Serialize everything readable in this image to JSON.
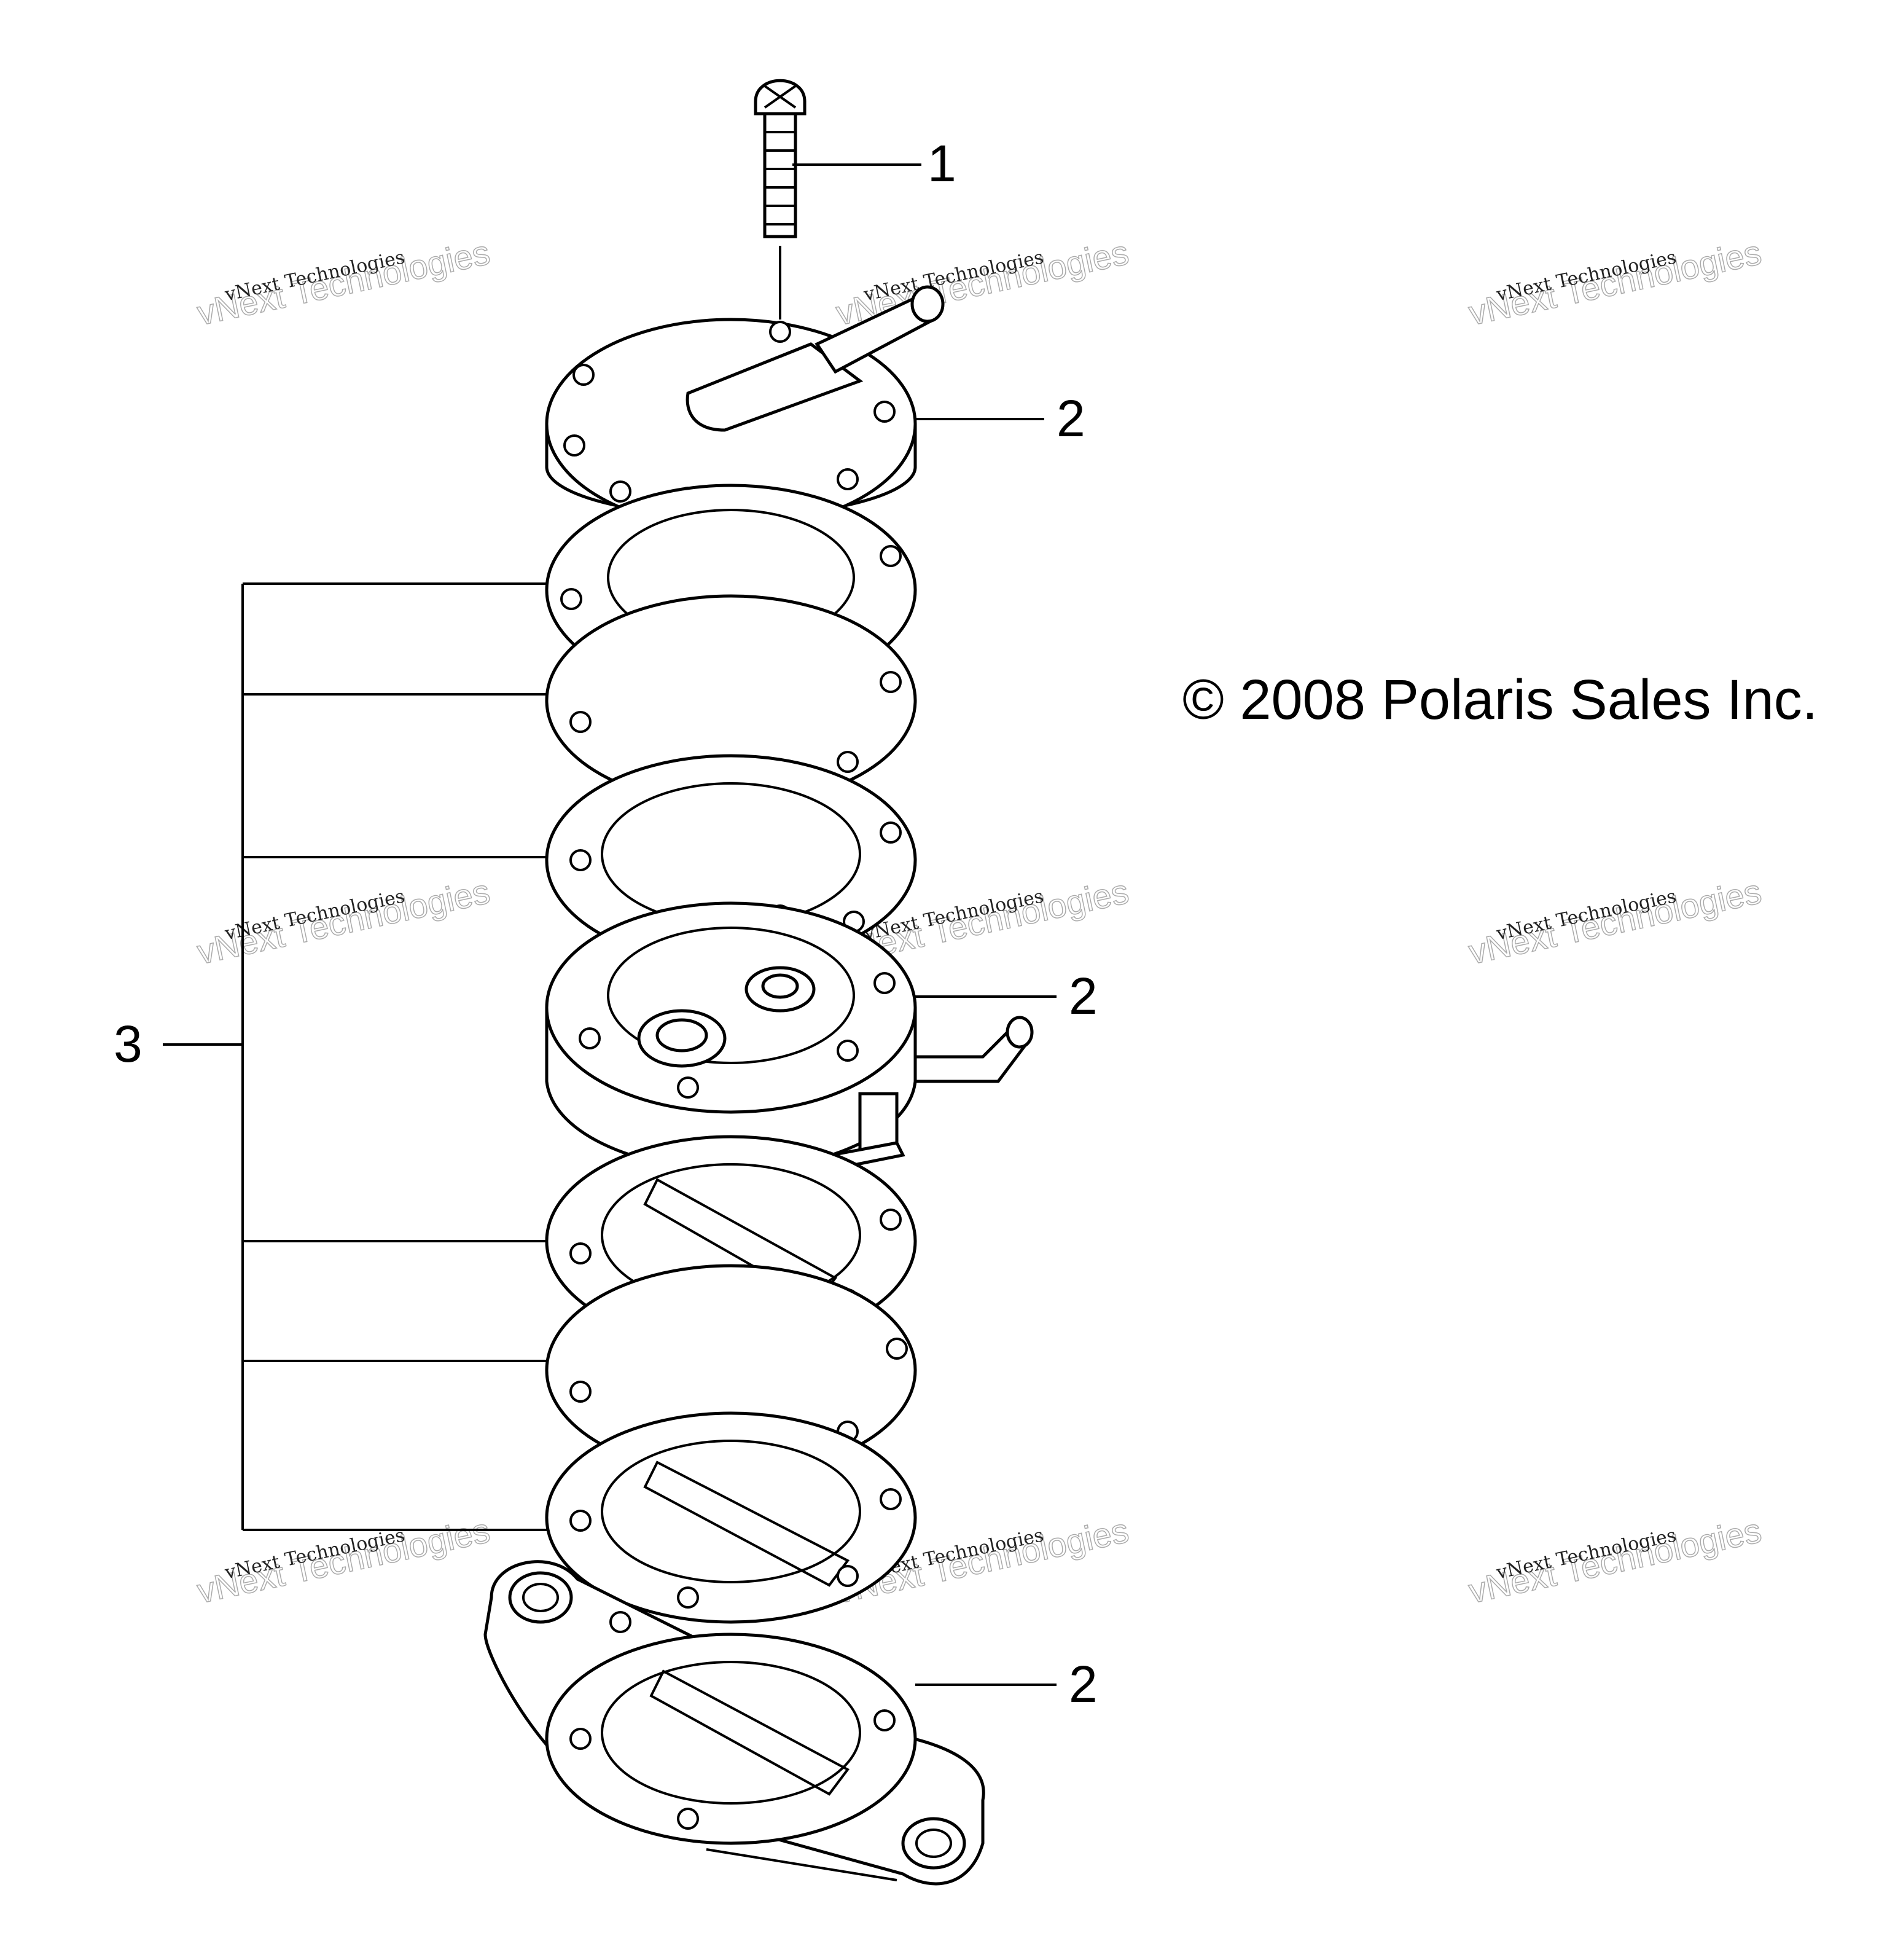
{
  "callouts": {
    "c1": "1",
    "c2_top": "2",
    "c2_mid": "2",
    "c2_bottom": "2",
    "c3": "3"
  },
  "copyright": "© 2008 Polaris Sales Inc.",
  "watermark": {
    "line1": "vNext Technologies",
    "line2": "vNext Technologies"
  }
}
